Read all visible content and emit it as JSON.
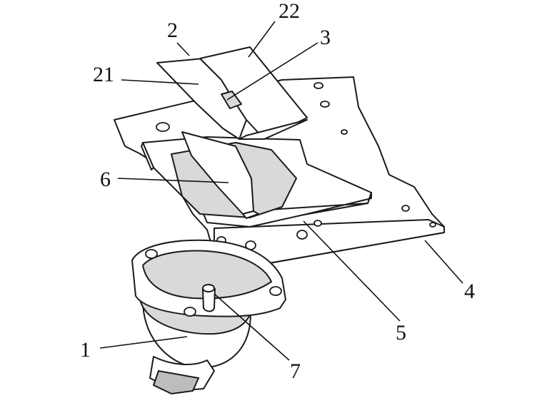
{
  "figure": {
    "labels": {
      "lamp_body": "1",
      "cover_assembly": "2",
      "cover_part_21": "21",
      "cover_part_22": "22",
      "hinge": "3",
      "mounting_plate": "4",
      "bracket": "5",
      "shield": "6",
      "bulb": "7"
    },
    "colors": {
      "line": "#1a1a1a",
      "shading": "#d9d9d9",
      "background": "#ffffff"
    }
  }
}
